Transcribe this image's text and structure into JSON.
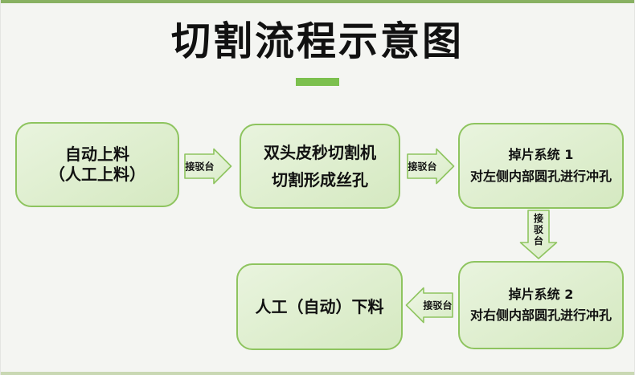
{
  "title": "切割流程示意图",
  "theme": {
    "background_color": "#f4f5f2",
    "top_bar_color": "#88b162",
    "bottom_bar_color": "#c9d8b3",
    "title_underline_color": "#7cc04e",
    "box_border_color": "#8ec45f",
    "box_fill_light": "#e9f4de",
    "box_fill_dark": "#d5e9c1",
    "arrow_fill_light": "#eef6e5",
    "arrow_fill_dark": "#d9ecc7",
    "text_color": "#111111"
  },
  "flow": {
    "boxes": [
      {
        "name": "auto-feeding",
        "lines": [
          "自动上料",
          "（人工上料）"
        ]
      },
      {
        "name": "picosecond-cutter",
        "lines": [
          "双头皮秒切割机",
          "切割形成丝孔"
        ]
      },
      {
        "name": "chip-drop-system-1",
        "lines": [
          "掉片系统 1",
          "对左侧内部圆孔进行冲孔"
        ]
      },
      {
        "name": "chip-drop-system-2",
        "lines": [
          "掉片系统 2",
          "对右侧内部圆孔进行冲孔"
        ]
      },
      {
        "name": "unloading",
        "lines": [
          "人工（自动）下料"
        ]
      }
    ],
    "connectors": [
      {
        "label": "接驳台",
        "direction": "right"
      },
      {
        "label": "接驳台",
        "direction": "right"
      },
      {
        "label": "接驳台",
        "direction": "down"
      },
      {
        "label": "接驳台",
        "direction": "left"
      }
    ]
  }
}
